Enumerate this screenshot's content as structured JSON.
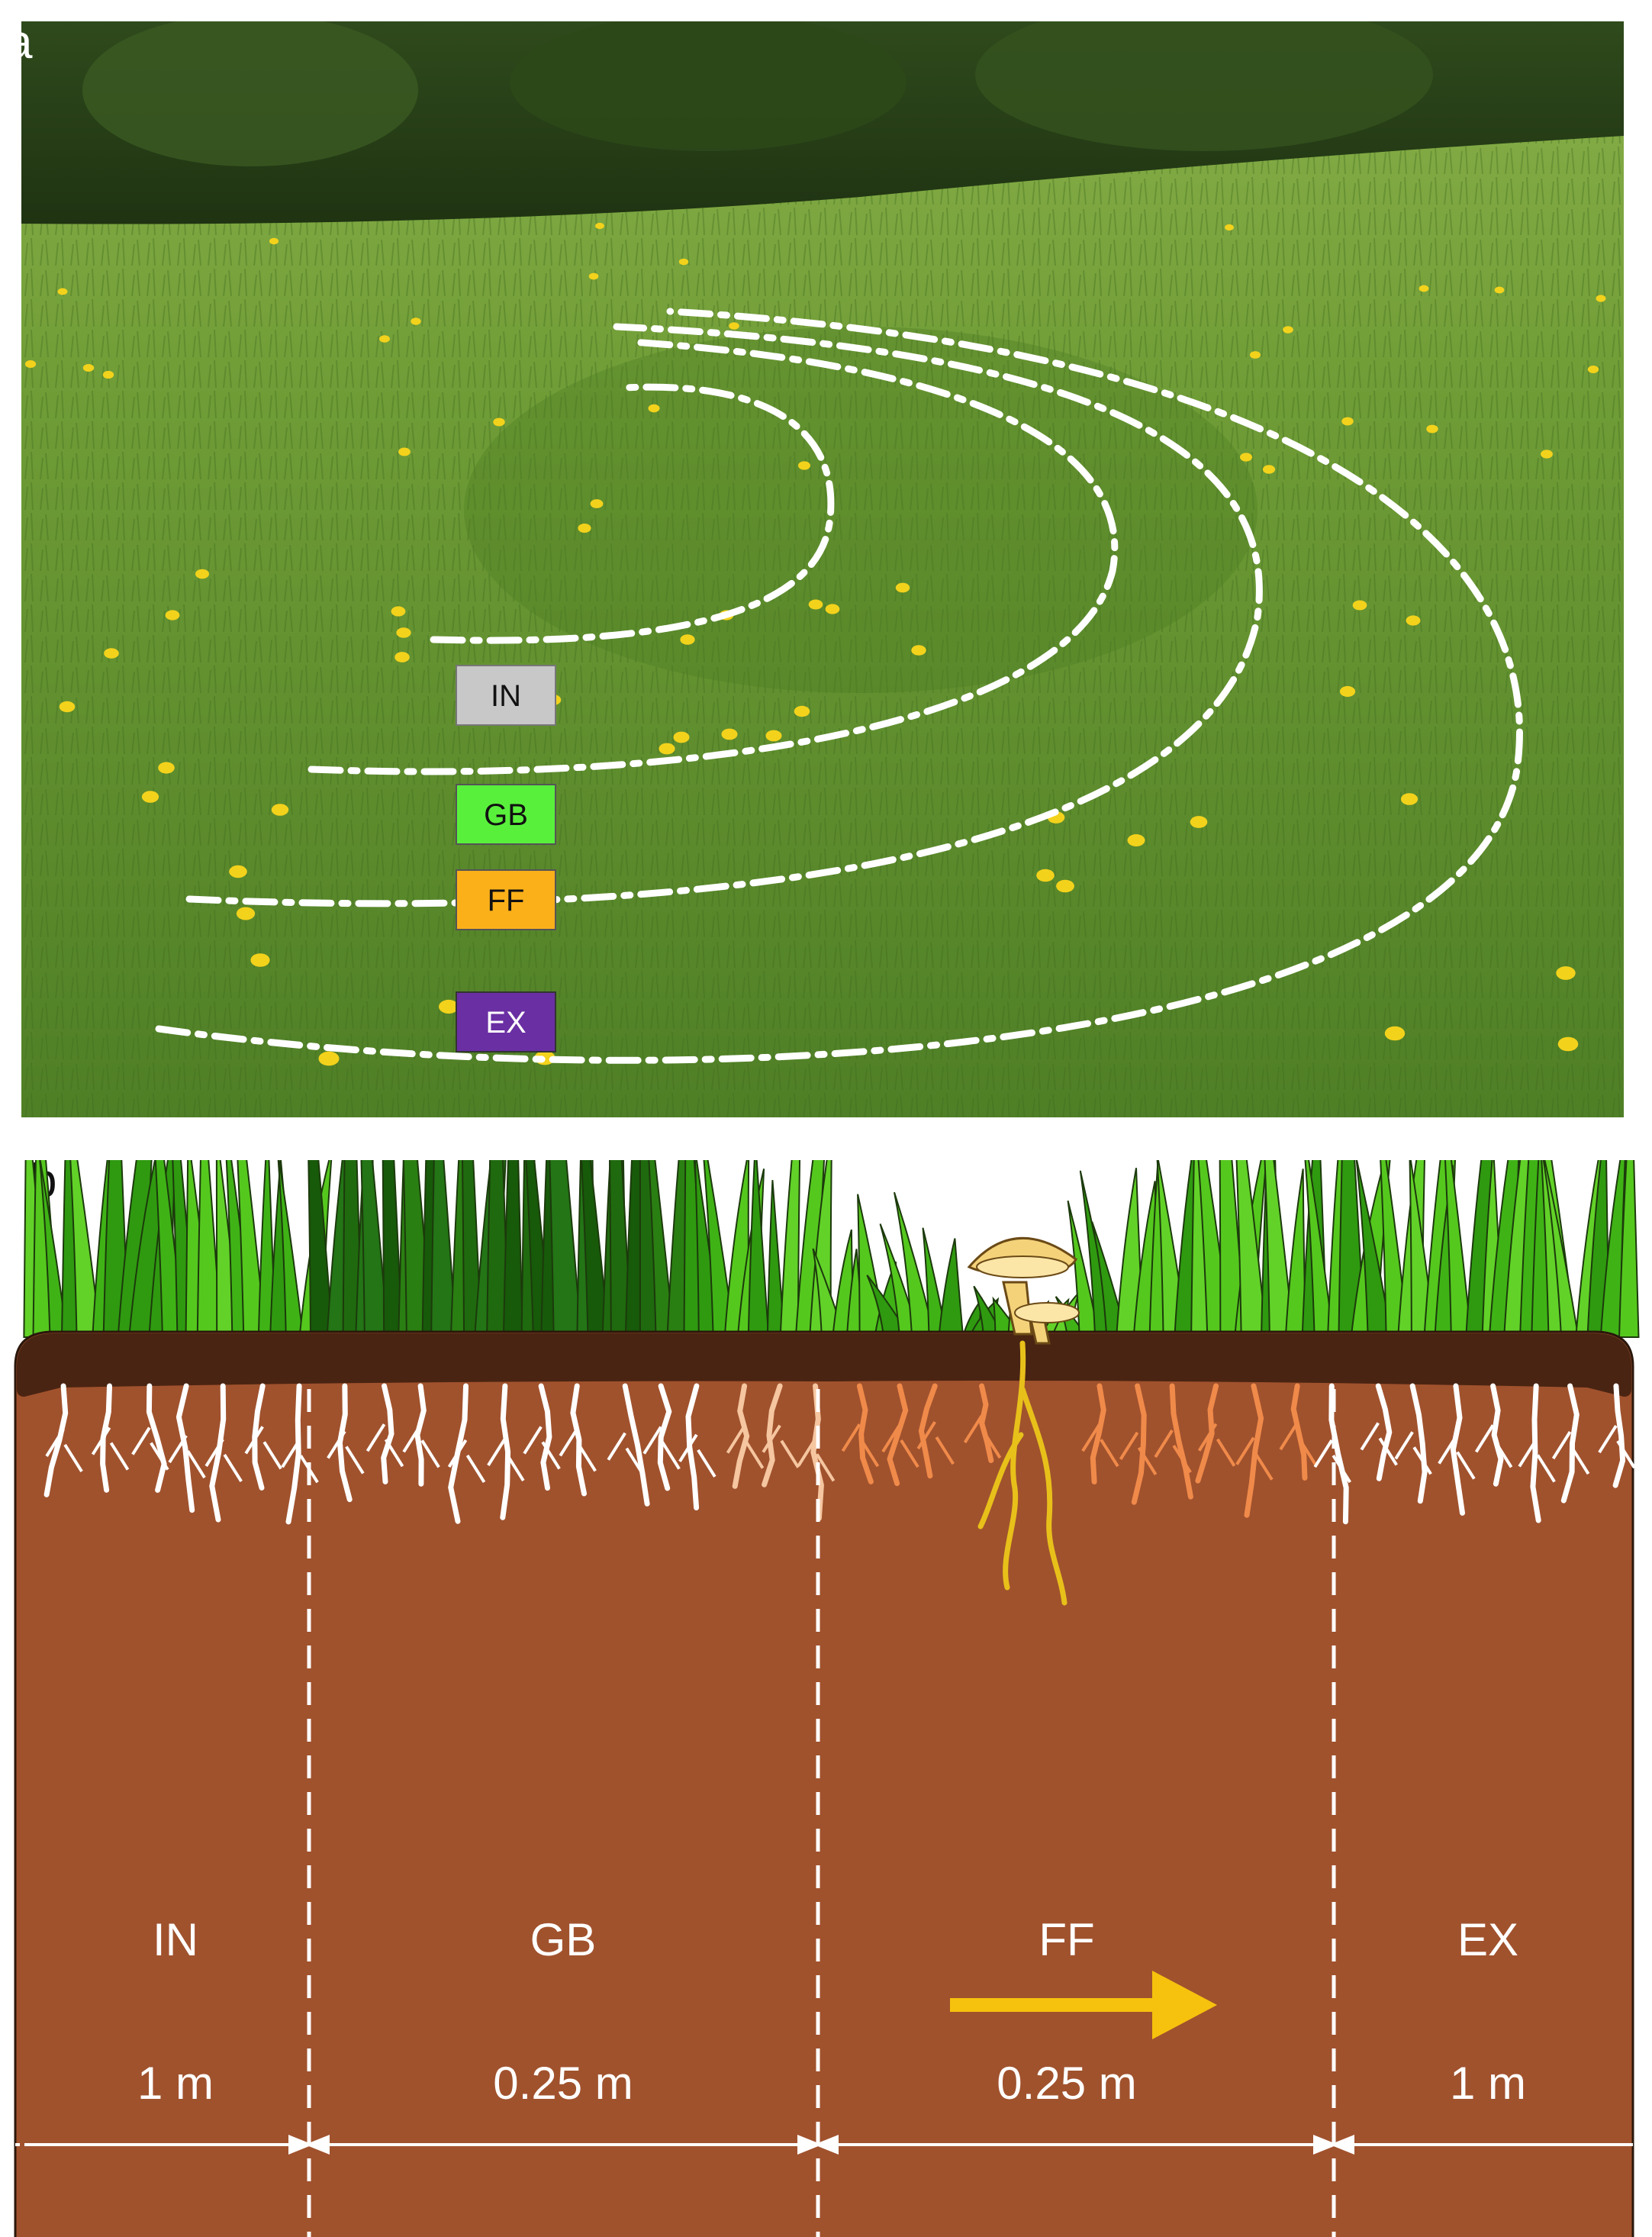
{
  "panel_a": {
    "letter": "a",
    "zone_tags": [
      {
        "label": "IN",
        "color": "#c8c8c8"
      },
      {
        "label": "GB",
        "color": "#59f03c"
      },
      {
        "label": "FF",
        "color": "#fbb01a"
      },
      {
        "label": "EX",
        "color": "#6a2fa3"
      }
    ]
  },
  "panel_b": {
    "letter": "b",
    "zones": [
      {
        "label": "IN",
        "width": "1 m"
      },
      {
        "label": "GB",
        "width": "0.25 m"
      },
      {
        "label": "FF",
        "width": "0.25 m"
      },
      {
        "label": "EX",
        "width": "1 m"
      }
    ],
    "colors": {
      "soil": "#a0522d",
      "topsoil": "#4a2412",
      "arrow": "#f7c20d",
      "mushroom": "#f3d27a"
    }
  }
}
